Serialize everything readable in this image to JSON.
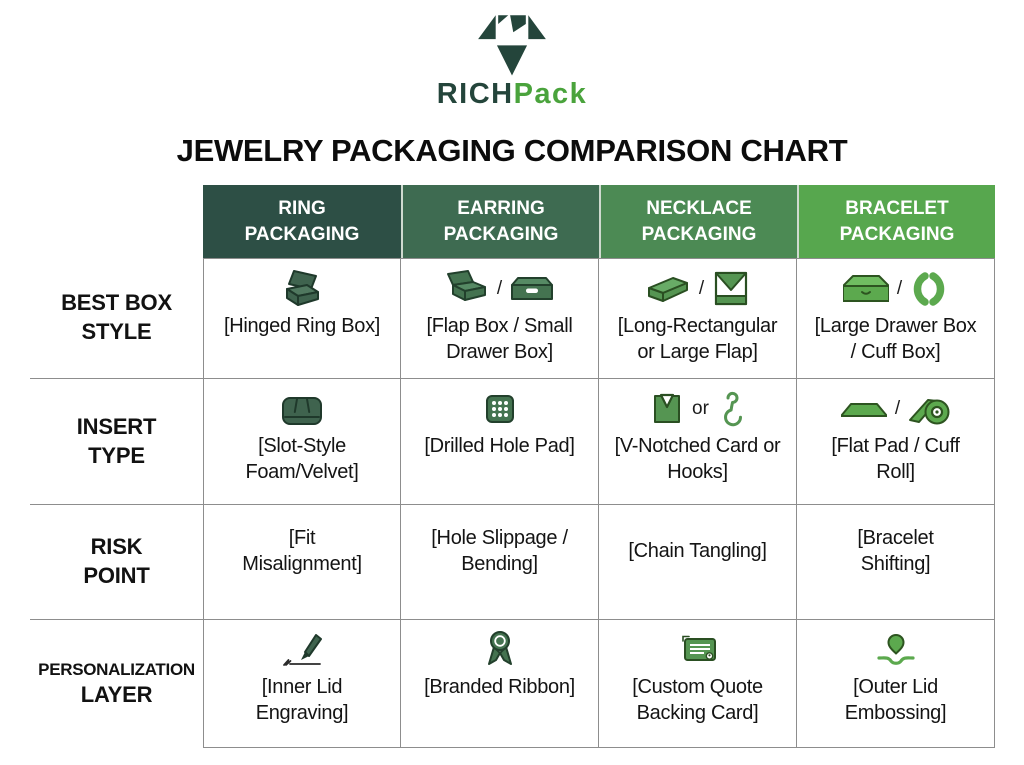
{
  "brand": {
    "logo_icon": "diamond-m-logo",
    "name_left": "RICH",
    "name_right": "Pack",
    "color_dark": "#24453b",
    "color_green": "#4aa33c"
  },
  "title": "JEWELRY PACKAGING COMPARISON CHART",
  "columns": [
    {
      "label": "RING PACKAGING",
      "color": "#2d4f45"
    },
    {
      "label": "EARRING PACKAGING",
      "color": "#3e6b51"
    },
    {
      "label": "NECKLACE PACKAGING",
      "color": "#4c8a54"
    },
    {
      "label": "BRACELET PACKAGING",
      "color": "#57a74e"
    }
  ],
  "rows": [
    {
      "label_line1": "BEST BOX",
      "label_line2": "STYLE",
      "cells": [
        {
          "icons": [
            "hinged-ring-box-icon"
          ],
          "label": "[Hinged Ring Box]"
        },
        {
          "icons": [
            "flap-box-icon",
            "small-drawer-box-icon"
          ],
          "separator": "/",
          "label": "[Flap Box / Small Drawer Box]"
        },
        {
          "icons": [
            "long-rectangular-box-icon",
            "large-flap-icon"
          ],
          "separator": "/",
          "label": "[Long-Rectangular or Large Flap]"
        },
        {
          "icons": [
            "large-drawer-box-icon",
            "cuff-box-icon"
          ],
          "separator": "/",
          "label": "[Large Drawer Box / Cuff Box]"
        }
      ]
    },
    {
      "label_line1": "INSERT",
      "label_line2": "TYPE",
      "cells": [
        {
          "icons": [
            "slot-foam-icon"
          ],
          "label": "[Slot-Style Foam/Velvet]"
        },
        {
          "icons": [
            "drilled-hole-pad-icon"
          ],
          "label": "[Drilled Hole Pad]"
        },
        {
          "icons": [
            "v-notched-card-icon",
            "hook-icon"
          ],
          "separator": "or",
          "label": "[V-Notched Card or Hooks]"
        },
        {
          "icons": [
            "flat-pad-icon",
            "cuff-roll-icon"
          ],
          "separator": "/",
          "label": "[Flat Pad / Cuff Roll]"
        }
      ]
    },
    {
      "label_line1": "RISK",
      "label_line2": "POINT",
      "cells": [
        {
          "icons": [],
          "label": "[Fit Misalignment]"
        },
        {
          "icons": [],
          "label": "[Hole Slippage / Bending]"
        },
        {
          "icons": [],
          "label": "[Chain Tangling]"
        },
        {
          "icons": [],
          "label": "[Bracelet Shifting]"
        }
      ]
    },
    {
      "label_line1": "PERSONALIZATION",
      "label_line2": "LAYER",
      "cells": [
        {
          "icons": [
            "engraving-pen-icon"
          ],
          "label": "[Inner Lid Engraving]"
        },
        {
          "icons": [
            "award-ribbon-icon"
          ],
          "label": "[Branded Ribbon]"
        },
        {
          "icons": [
            "quote-card-icon"
          ],
          "label": "[Custom Quote Backing Card]"
        },
        {
          "icons": [
            "emboss-seal-icon"
          ],
          "label": "[Outer Lid Embossing]"
        }
      ]
    }
  ],
  "chart_data": {
    "type": "table",
    "title": "JEWELRY PACKAGING COMPARISON CHART",
    "columns": [
      "RING PACKAGING",
      "EARRING PACKAGING",
      "NECKLACE PACKAGING",
      "BRACELET PACKAGING"
    ],
    "row_headers": [
      "BEST BOX STYLE",
      "INSERT TYPE",
      "RISK POINT",
      "PERSONALIZATION LAYER"
    ],
    "cells": [
      [
        "[Hinged Ring Box]",
        "[Flap Box / Small Drawer Box]",
        "[Long-Rectangular or Large Flap]",
        "[Large Drawer Box / Cuff Box]"
      ],
      [
        "[Slot-Style Foam/Velvet]",
        "[Drilled Hole Pad]",
        "[V-Notched Card or Hooks]",
        "[Flat Pad / Cuff Roll]"
      ],
      [
        "[Fit Misalignment]",
        "[Hole Slippage / Bending]",
        "[Chain Tangling]",
        "[Bracelet Shifting]"
      ],
      [
        "[Inner Lid Engraving]",
        "[Branded Ribbon]",
        "[Custom Quote Backing Card]",
        "[Outer Lid Embossing]"
      ]
    ],
    "header_colors": [
      "#2d4f45",
      "#3e6b51",
      "#4c8a54",
      "#57a74e"
    ],
    "layout": "row headers on left, column headers colored dark-to-light green"
  }
}
